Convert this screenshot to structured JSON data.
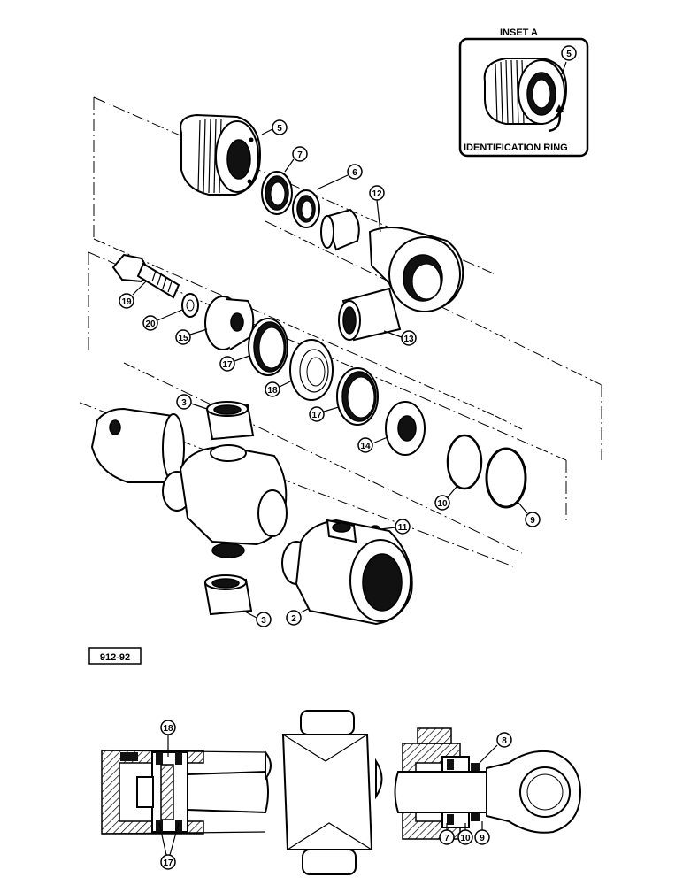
{
  "inset": {
    "title": "INSET A",
    "caption": "IDENTIFICATION RING",
    "callout": "5"
  },
  "figure_code": "912-92",
  "callouts": {
    "c5": "5",
    "c7": "7",
    "c6": "6",
    "c12": "12",
    "c19": "19",
    "c20": "20",
    "c15": "15",
    "c17a": "17",
    "c18": "18",
    "c17b": "17",
    "c14": "14",
    "c13": "13",
    "c3a": "3",
    "c3b": "3",
    "c11": "11",
    "c2": "2",
    "c10": "10",
    "c9": "9"
  },
  "section_callouts": {
    "s18": "18",
    "s17": "17",
    "s8": "8",
    "s7": "7",
    "s10": "10",
    "s9": "9"
  },
  "colors": {
    "ink": "#000000",
    "paper": "#ffffff"
  }
}
